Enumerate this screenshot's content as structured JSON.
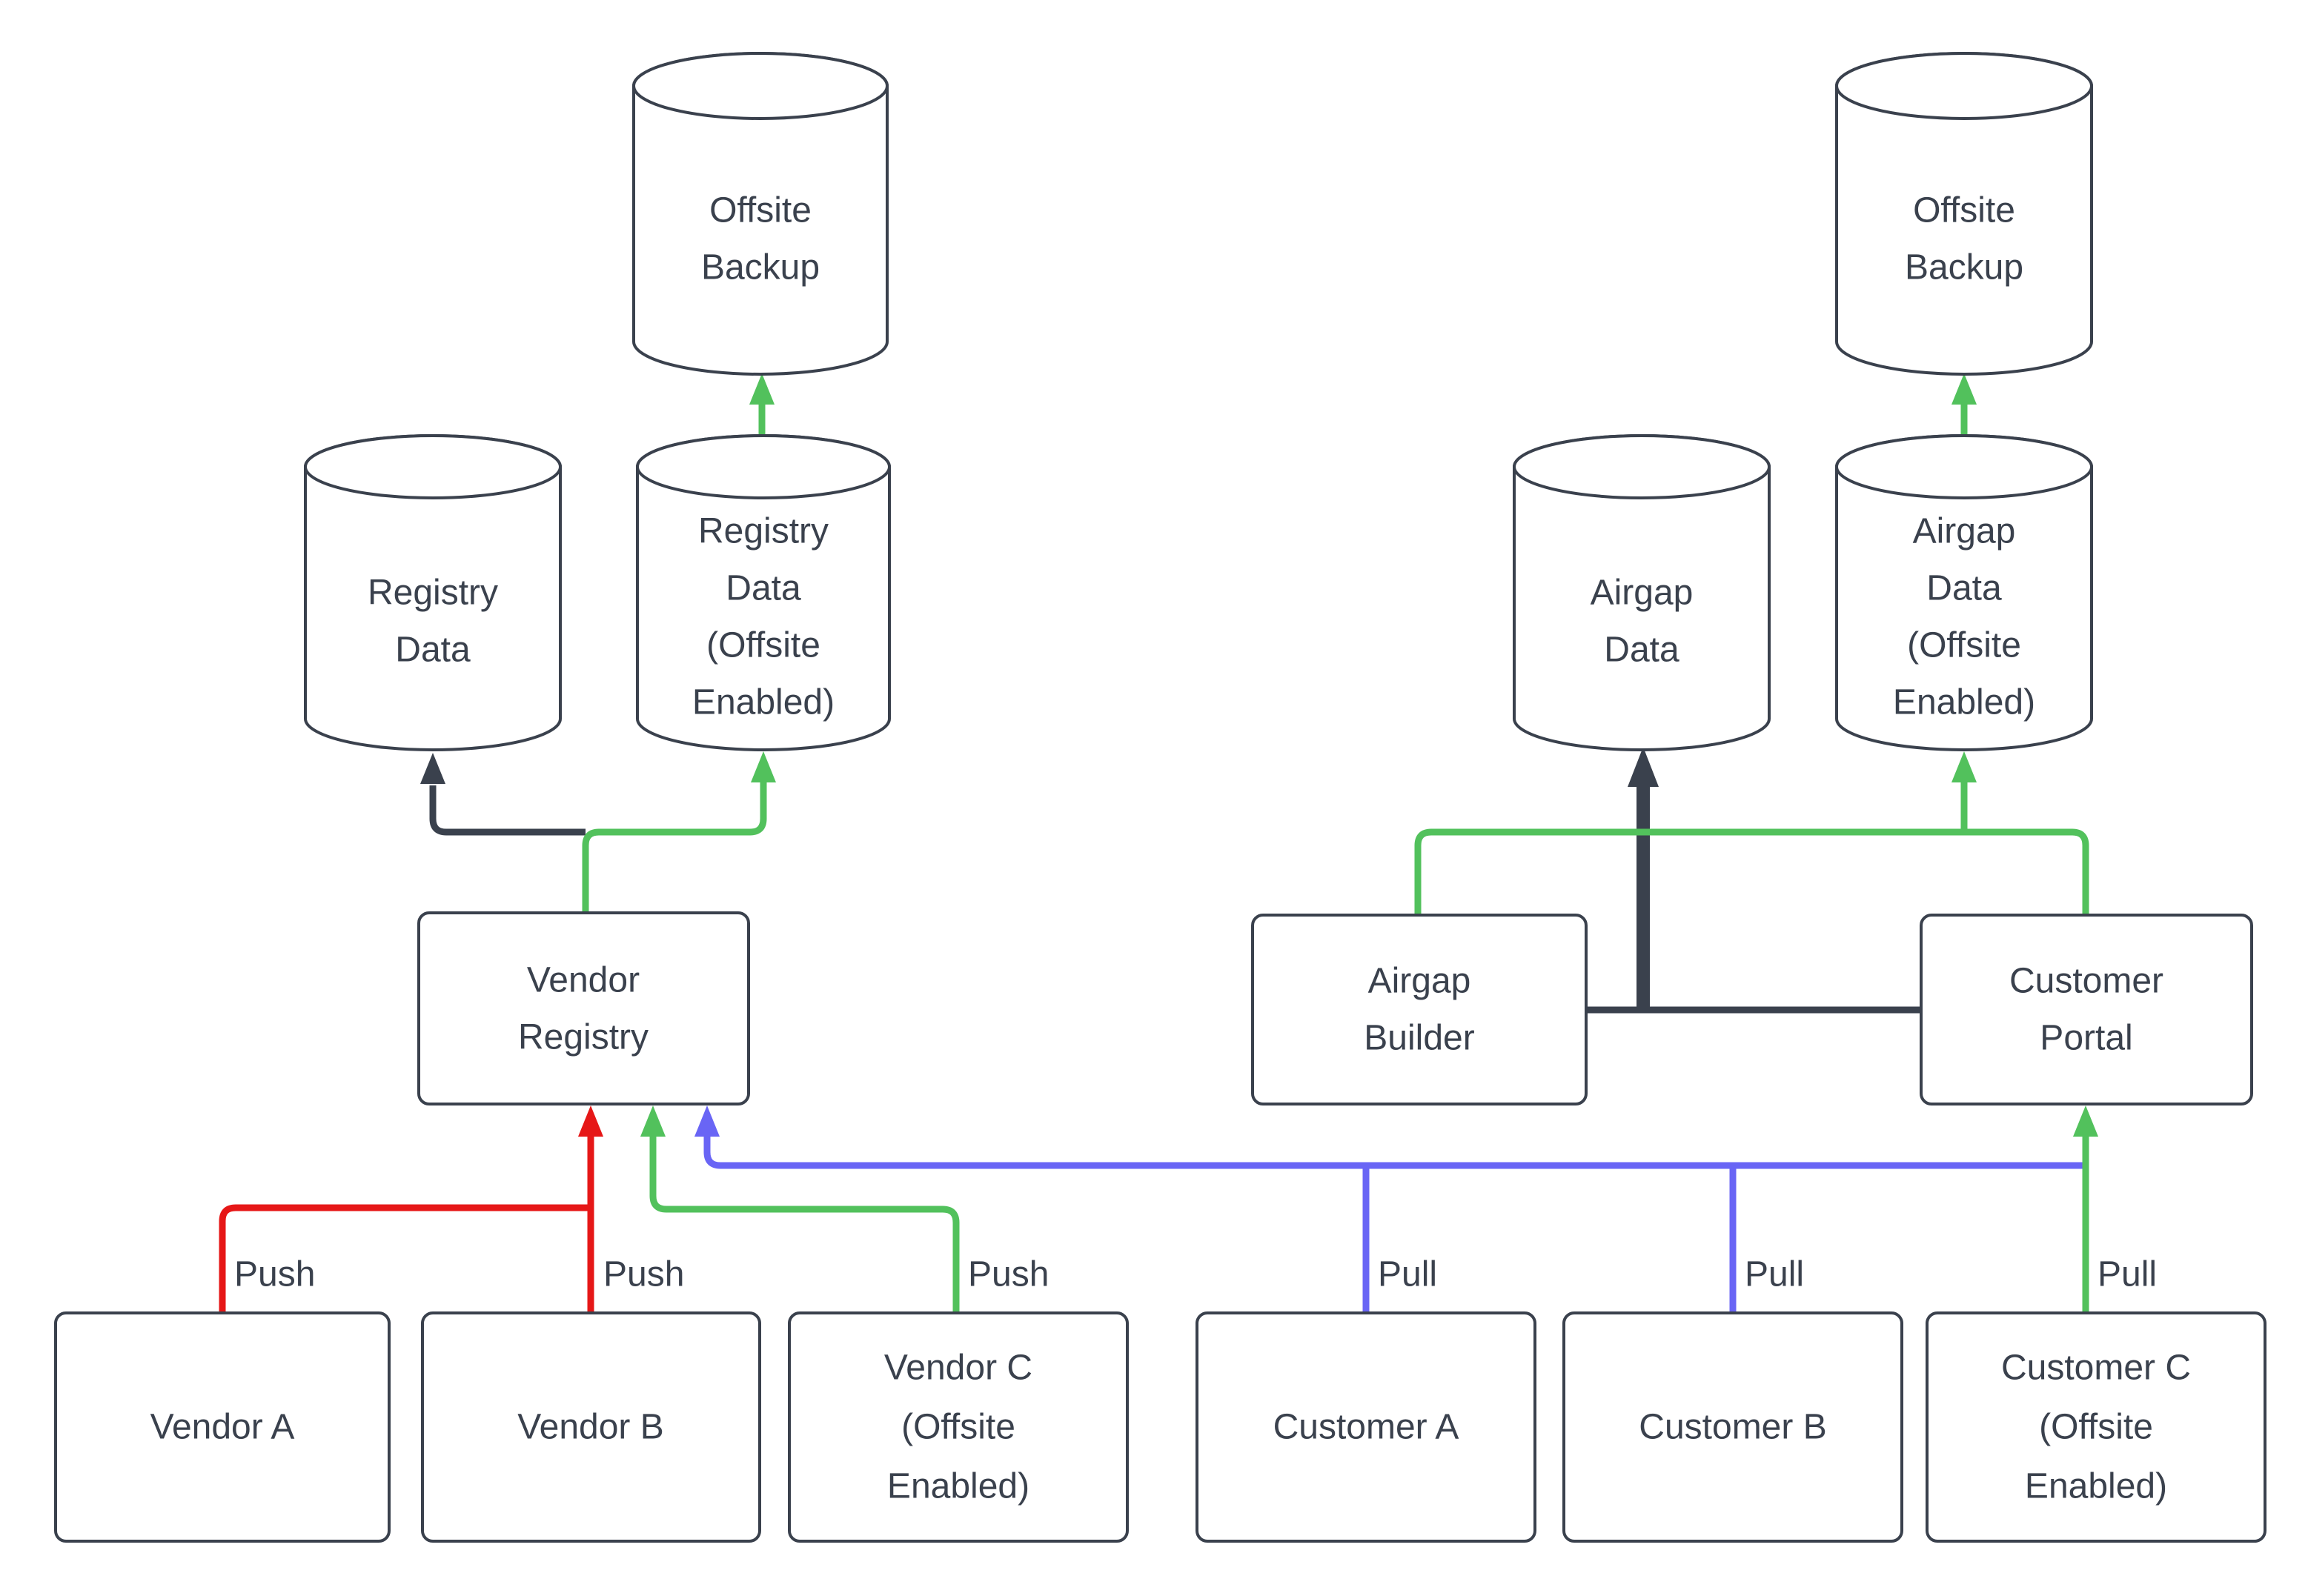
{
  "diagram": {
    "type": "flowchart",
    "background": "#ffffff",
    "colors": {
      "node_stroke": "#3A414D",
      "text": "#3A414D",
      "edge_dark": "#3A414D",
      "edge_green": "#52C15C",
      "edge_red": "#E61717",
      "edge_blue": "#6965F5"
    },
    "nodes": {
      "offsite_backup_left": {
        "shape": "cylinder",
        "lines": [
          "Offsite",
          "Backup"
        ]
      },
      "registry_data": {
        "shape": "cylinder",
        "lines": [
          "Registry",
          "Data"
        ]
      },
      "registry_data_offsite": {
        "shape": "cylinder",
        "lines": [
          "Registry",
          "Data",
          "(Offsite",
          "Enabled)"
        ]
      },
      "vendor_registry": {
        "shape": "rect",
        "lines": [
          "Vendor",
          "Registry"
        ]
      },
      "vendor_a": {
        "shape": "rect",
        "lines": [
          "Vendor A"
        ]
      },
      "vendor_b": {
        "shape": "rect",
        "lines": [
          "Vendor B"
        ]
      },
      "vendor_c": {
        "shape": "rect",
        "lines": [
          "Vendor C",
          "(Offsite",
          "Enabled)"
        ]
      },
      "offsite_backup_right": {
        "shape": "cylinder",
        "lines": [
          "Offsite",
          "Backup"
        ]
      },
      "airgap_data": {
        "shape": "cylinder",
        "lines": [
          "Airgap",
          "Data"
        ]
      },
      "airgap_data_offsite": {
        "shape": "cylinder",
        "lines": [
          "Airgap",
          "Data",
          "(Offsite",
          "Enabled)"
        ]
      },
      "airgap_builder": {
        "shape": "rect",
        "lines": [
          "Airgap",
          "Builder"
        ]
      },
      "customer_portal": {
        "shape": "rect",
        "lines": [
          "Customer",
          "Portal"
        ]
      },
      "customer_a": {
        "shape": "rect",
        "lines": [
          "Customer A"
        ]
      },
      "customer_b": {
        "shape": "rect",
        "lines": [
          "Customer B"
        ]
      },
      "customer_c": {
        "shape": "rect",
        "lines": [
          "Customer C",
          "(Offsite",
          "Enabled)"
        ]
      }
    },
    "edge_labels": {
      "push_vendor_a": "Push",
      "push_vendor_b": "Push",
      "push_vendor_c": "Push",
      "pull_customer_a": "Pull",
      "pull_customer_b": "Pull",
      "pull_customer_c": "Pull"
    },
    "edges": [
      {
        "from": "vendor_a",
        "to": "vendor_registry",
        "color": "edge_red",
        "label": "Push"
      },
      {
        "from": "vendor_b",
        "to": "vendor_registry",
        "color": "edge_red",
        "label": "Push"
      },
      {
        "from": "vendor_c",
        "to": "vendor_registry",
        "color": "edge_green",
        "label": "Push"
      },
      {
        "from": "vendor_registry",
        "to": "registry_data",
        "color": "edge_dark",
        "label": ""
      },
      {
        "from": "vendor_registry",
        "to": "registry_data_offsite",
        "color": "edge_green",
        "label": ""
      },
      {
        "from": "registry_data_offsite",
        "to": "offsite_backup_left",
        "color": "edge_green",
        "label": ""
      },
      {
        "from": "customer_a",
        "to": "vendor_registry",
        "color": "edge_blue",
        "label": "Pull"
      },
      {
        "from": "customer_b",
        "to": "vendor_registry",
        "color": "edge_blue",
        "label": "Pull"
      },
      {
        "from": "customer_c",
        "to": "customer_portal",
        "color": "edge_green",
        "label": "Pull"
      },
      {
        "from": "airgap_builder",
        "to": "airgap_data",
        "color": "edge_dark",
        "label": ""
      },
      {
        "from": "customer_portal",
        "to": "airgap_data",
        "color": "edge_dark",
        "label": ""
      },
      {
        "from": "airgap_builder",
        "to": "airgap_data_offsite",
        "color": "edge_green",
        "label": ""
      },
      {
        "from": "customer_portal",
        "to": "airgap_data_offsite",
        "color": "edge_green",
        "label": ""
      },
      {
        "from": "airgap_data_offsite",
        "to": "offsite_backup_right",
        "color": "edge_green",
        "label": ""
      }
    ]
  }
}
